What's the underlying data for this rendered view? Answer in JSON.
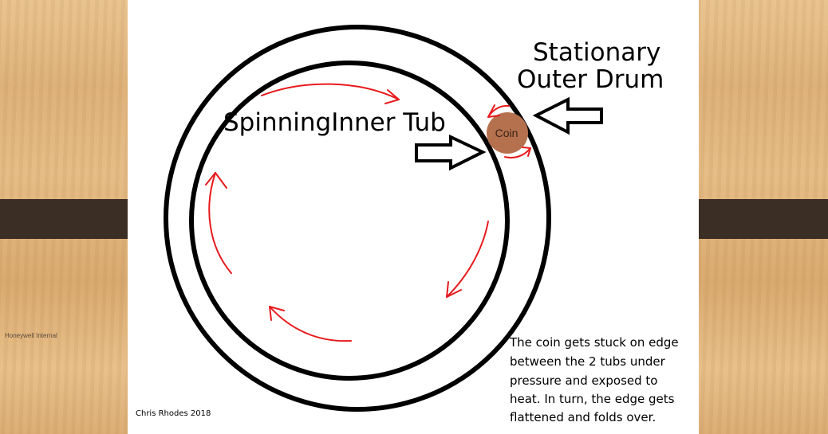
{
  "background": {
    "side_label": "Honeywell Internal",
    "colors": {
      "wood": "#e2b880",
      "band": "#3b2e24",
      "slide": "#ffffff"
    }
  },
  "diagram": {
    "label_outer": [
      "Stationary",
      "Outer Drum"
    ],
    "label_inner": "SpinningInner Tub",
    "coin_label": "Coin",
    "caption": [
      "The coin gets stuck on edge",
      "between the 2 tubs under",
      "pressure and exposed to",
      "heat. In turn, the edge gets",
      "flattened and folds over."
    ],
    "credit": "Chris Rhodes 2018",
    "colors": {
      "stroke": "#000000",
      "arrows": "#e8191c",
      "coin": "#b5714e"
    },
    "icons": [
      "right-arrow-icon",
      "left-arrow-icon",
      "rotation-arrow-icon"
    ]
  }
}
